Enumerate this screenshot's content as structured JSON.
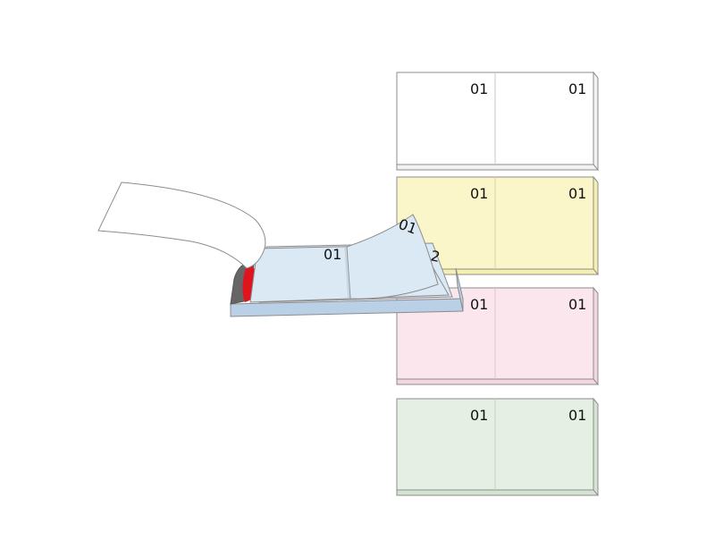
{
  "colors": {
    "stroke": "#8c8c8c",
    "pad_top": "#dbe9f5",
    "pad_edge": "#b9d0e6",
    "binding_dark": "#666666",
    "binding_red": "#e0141e",
    "page_white": "#ffffff"
  },
  "pads": [
    {
      "name": "white",
      "fill": "#ffffff",
      "edge": "#f2f2f2",
      "left_number": "01",
      "right_number": "01"
    },
    {
      "name": "yellow",
      "fill": "#fbf6c9",
      "edge": "#f5efb0",
      "left_number": "01",
      "right_number": "01"
    },
    {
      "name": "pink",
      "fill": "#fbe6ee",
      "edge": "#f4d6e1",
      "left_number": "01",
      "right_number": "01"
    },
    {
      "name": "green",
      "fill": "#e5efe3",
      "edge": "#d5e4d2",
      "left_number": "01",
      "right_number": "01"
    }
  ],
  "open_pad": {
    "top_left_number": "01",
    "curled_number": "01",
    "under_sheet_number": "2"
  }
}
